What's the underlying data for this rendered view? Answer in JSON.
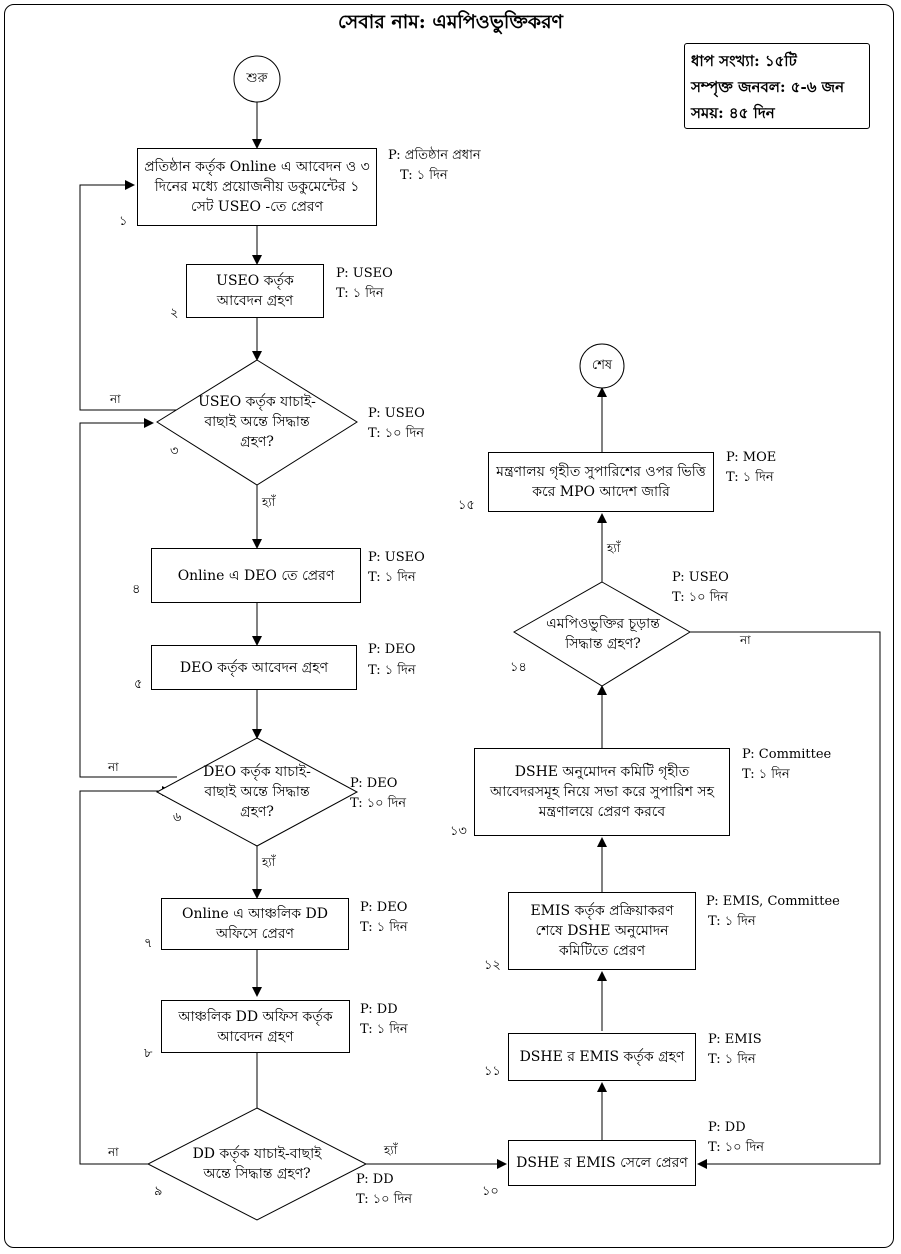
{
  "title": "সেবার নাম: এমপিওভুক্তিকরণ",
  "summary": {
    "steps": "ধাপ সংখ্যা: ১৫টি",
    "staff": "সম্পৃক্ত জনবল: ৫-৬ জন",
    "time": "সময়: ৪৫ দিন"
  },
  "start": "শুরু",
  "end": "শেষ",
  "steps": [
    {
      "num": "১",
      "text": "প্রতিষ্ঠান কর্তৃক Online এ আবেদন ও ৩ দিনের মধ্যে প্রয়োজনীয় ডকুমেন্টের ১ সেট USEO -তে প্রেরণ",
      "p": "P: প্রতিষ্ঠান প্রধান",
      "t": "T: ১ দিন"
    },
    {
      "num": "২",
      "text": "USEO কর্তৃক আবেদন গ্রহণ",
      "p": "P: USEO",
      "t": "T: ১ দিন"
    },
    {
      "num": "৩",
      "text": "USEO কর্তৃক যাচাই-বাছাই অন্তে সিদ্ধান্ত গ্রহণ?",
      "p": "P: USEO",
      "t": "T: ১০ দিন"
    },
    {
      "num": "৪",
      "text": "Online এ DEO তে প্রেরণ",
      "p": "P: USEO",
      "t": "T: ১ দিন"
    },
    {
      "num": "৫",
      "text": "DEO কর্তৃক আবেদন গ্রহণ",
      "p": "P: DEO",
      "t": "T: ১ দিন"
    },
    {
      "num": "৬",
      "text": "DEO কর্তৃক যাচাই-বাছাই অন্তে সিদ্ধান্ত গ্রহণ?",
      "p": "P: DEO",
      "t": "T: ১০ দিন"
    },
    {
      "num": "৭",
      "text": "Online এ আঞ্চলিক DD অফিসে প্রেরণ",
      "p": "P: DEO",
      "t": "T: ১ দিন"
    },
    {
      "num": "৮",
      "text": "আঞ্চলিক DD অফিস কর্তৃক আবেদন গ্রহণ",
      "p": "P: DD",
      "t": "T: ১ দিন"
    },
    {
      "num": "৯",
      "text": "DD কর্তৃক যাচাই-বাছাই অন্তে সিদ্ধান্ত গ্রহণ?",
      "p": "P: DD",
      "t": "T: ১০ দিন"
    },
    {
      "num": "১০",
      "text": "DSHE র EMIS সেলে প্রেরণ",
      "p": "P: DD",
      "t": "T: ১০ দিন"
    },
    {
      "num": "১১",
      "text": "DSHE র EMIS কর্তৃক গ্রহণ",
      "p": "P: EMIS",
      "t": "T: ১ দিন"
    },
    {
      "num": "১২",
      "text": "EMIS কর্তৃক প্রক্রিয়াকরণ শেষে DSHE অনুমোদন কমিটিতে প্রেরণ",
      "p": "P: EMIS, Committee",
      "t": "T: ১ দিন"
    },
    {
      "num": "১৩",
      "text": "DSHE অনুমোদন কমিটি গৃহীত আবেদরসমূহ নিয়ে সভা করে সুপারিশ সহ মন্ত্রণালয়ে প্রেরণ করবে",
      "p": "P: Committee",
      "t": "T: ১ দিন"
    },
    {
      "num": "১৪",
      "text": "এমপিওভুক্তির চূড়ান্ত সিদ্ধান্ত গ্রহণ?",
      "p": "P: USEO",
      "t": "T: ১০ দিন"
    },
    {
      "num": "১৫",
      "text": "মন্ত্রণালয় গৃহীত সুপারিশের ওপর ভিত্তি করে MPO আদেশ জারি",
      "p": "P: MOE",
      "t": "T: ১ দিন"
    }
  ],
  "labels": {
    "yes": "হ্যাঁ",
    "no": "না"
  }
}
